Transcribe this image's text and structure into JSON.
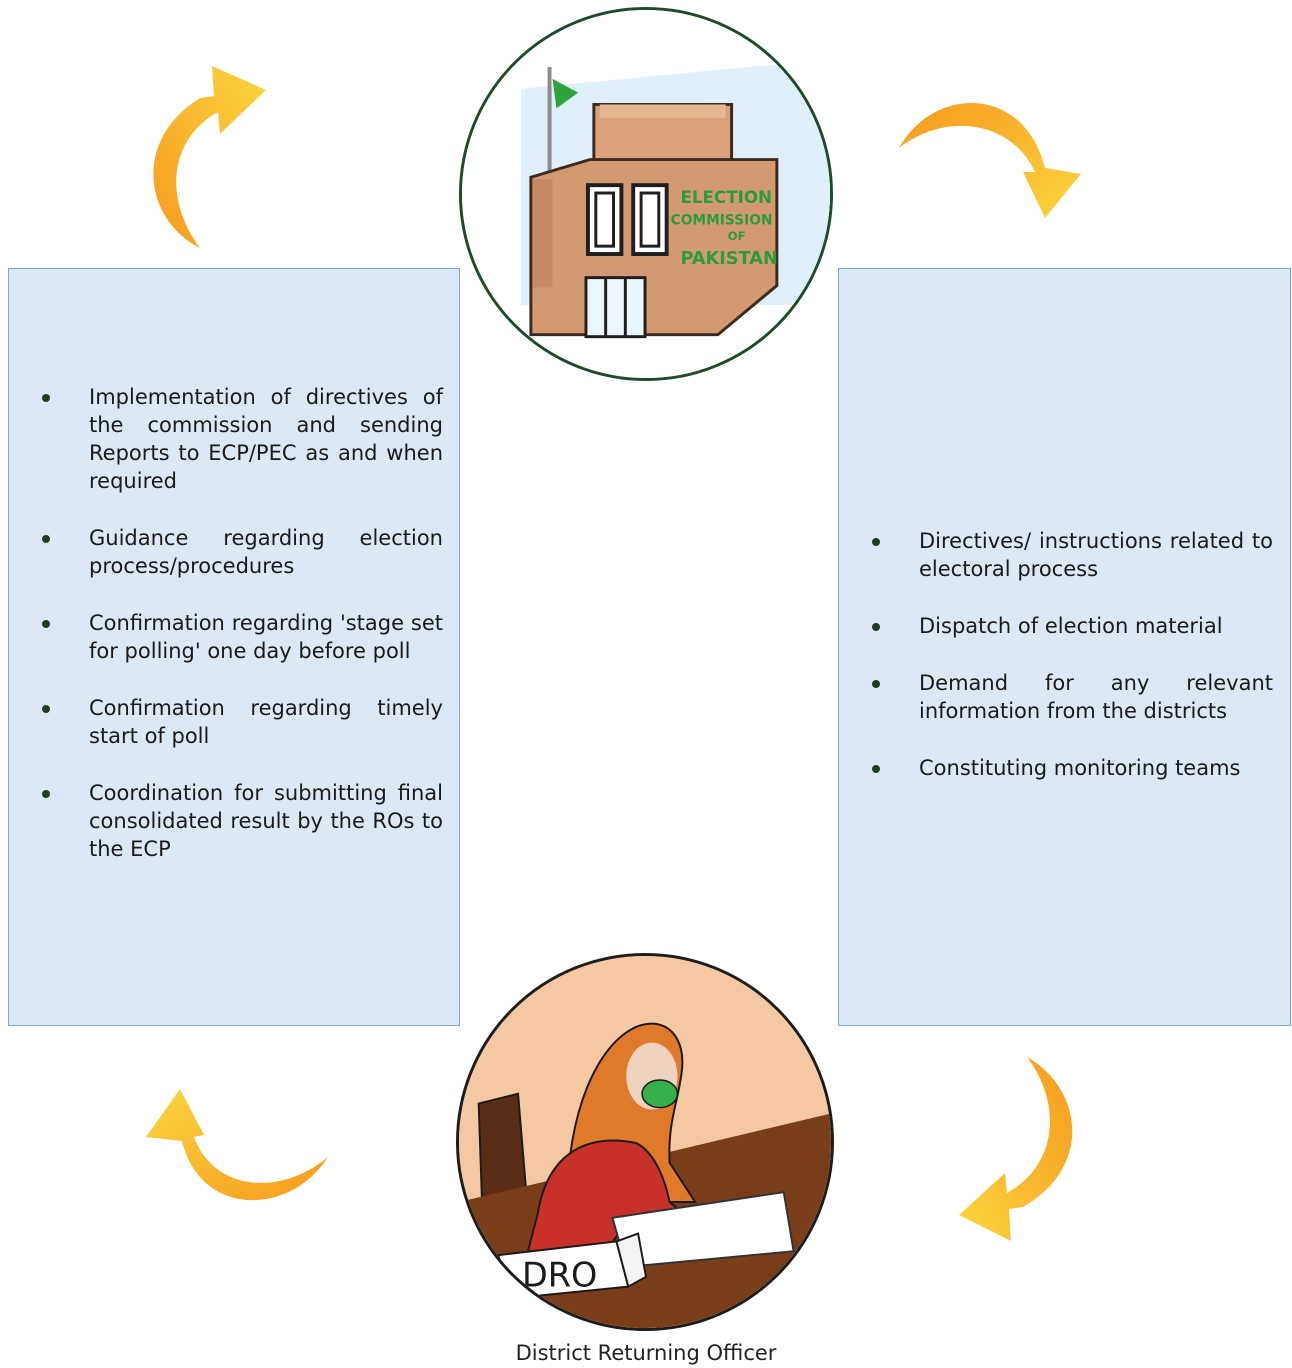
{
  "ecp_building": {
    "sign_line1": "ELECTION",
    "sign_line2": "COMMISSION",
    "sign_line3": "OF",
    "sign_line4": "PAKISTAN"
  },
  "dro_figure": {
    "nameplate_text": "DRO"
  },
  "caption": "District Returning Officer",
  "left_box": {
    "items": [
      "Implementation of directives  of the commission and sending Reports to ECP/PEC as and when required",
      "Guidance regarding election process/procedures",
      "Confirmation regarding 'stage set for polling' one day before poll",
      "Confirmation regarding timely start of poll",
      "Coordination for submitting final consolidated result by the ROs to the ECP"
    ]
  },
  "right_box": {
    "items": [
      "Directives/ instructions related to electoral process",
      "Dispatch of election material",
      "Demand for any relevant information from the districts",
      "Constituting monitoring teams"
    ]
  },
  "colors": {
    "panel_fill": "#dce8f5",
    "panel_border": "#7ea6d0",
    "arrow_orange": "#f7a823",
    "arrow_yellow": "#fbd13c",
    "ecp_circle_border": "#1f4a2c",
    "bullet": "#1e3f1e"
  }
}
